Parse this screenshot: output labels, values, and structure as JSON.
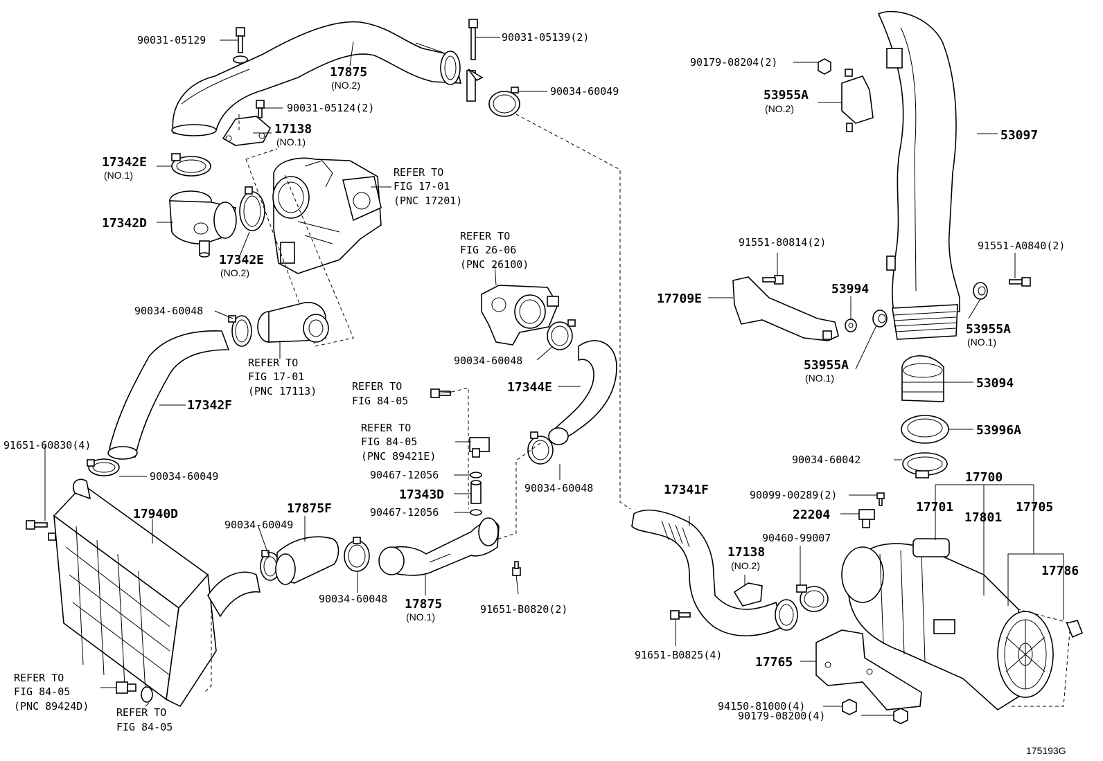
{
  "diagram_code": "175193G",
  "callouts": {
    "c1": "90031-05129",
    "c2": "90031-05139(2)",
    "c3_pnc": "17875",
    "c3_sub": "(NO.2)",
    "c4": "90031-05124(2)",
    "c5": "90034-60049",
    "c6_pnc": "17138",
    "c6_sub": "(NO.1)",
    "c7_pnc": "17342E",
    "c7_sub": "(NO.1)",
    "c8_l1": "REFER TO",
    "c8_l2": "FIG 17-01",
    "c8_l3": "(PNC 17201)",
    "c9_pnc": "17342D",
    "c10_pnc": "17342E",
    "c10_sub": "(NO.2)",
    "c11": "90034-60048",
    "c12_l1": "REFER TO",
    "c12_l2": "FIG 17-01",
    "c12_l3": "(PNC 17113)",
    "c13_pnc": "17342F",
    "c14": "91651-60830(4)",
    "c15": "90034-60049",
    "c16_pnc": "17940D",
    "c17": "90034-60049",
    "c18_pnc": "17875F",
    "c19": "90034-60048",
    "c20_pnc": "17875",
    "c20_sub": "(NO.1)",
    "c21_l1": "REFER TO",
    "c21_l2": "FIG 84-05",
    "c21_l3": "(PNC 89424D)",
    "c22_l1": "REFER TO",
    "c22_l2": "FIG 84-05",
    "c23_l1": "REFER TO",
    "c23_l2": "FIG 26-06",
    "c23_l3": "(PNC 26100)",
    "c24": "90034-60048",
    "c25_pnc": "17344E",
    "c26_l1": "REFER TO",
    "c26_l2": "FIG 84-05",
    "c27_l1": "REFER TO",
    "c27_l2": "FIG 84-05",
    "c27_l3": "(PNC 89421E)",
    "c28": "90467-12056",
    "c29_pnc": "17343D",
    "c30": "90467-12056",
    "c31": "90034-60048",
    "c32": "91651-B0820(2)",
    "c33": "90179-08204(2)",
    "c34_pnc": "53955A",
    "c34_sub": "(NO.2)",
    "c35_pnc": "53097",
    "c36": "91551-80814(2)",
    "c37": "91551-A0840(2)",
    "c38_pnc": "17709E",
    "c39_pnc": "53994",
    "c40_pnc": "53955A",
    "c40_sub": "(NO.1)",
    "c41_pnc": "53955A",
    "c41_sub": "(NO.1)",
    "c42_pnc": "53094",
    "c43_pnc": "53996A",
    "c44": "90034-60042",
    "c45_pnc": "17700",
    "c46": "90099-00289(2)",
    "c47_pnc": "17701",
    "c48_pnc": "17801",
    "c49_pnc": "17705",
    "c50_pnc": "22204",
    "c51_pnc": "17341F",
    "c52": "90460-99007",
    "c53_pnc": "17138",
    "c53_sub": "(NO.2)",
    "c54_pnc": "17786",
    "c55": "91651-B0825(4)",
    "c56_pnc": "17765",
    "c57": "94150-81000(4)",
    "c58": "90179-08200(4)"
  }
}
